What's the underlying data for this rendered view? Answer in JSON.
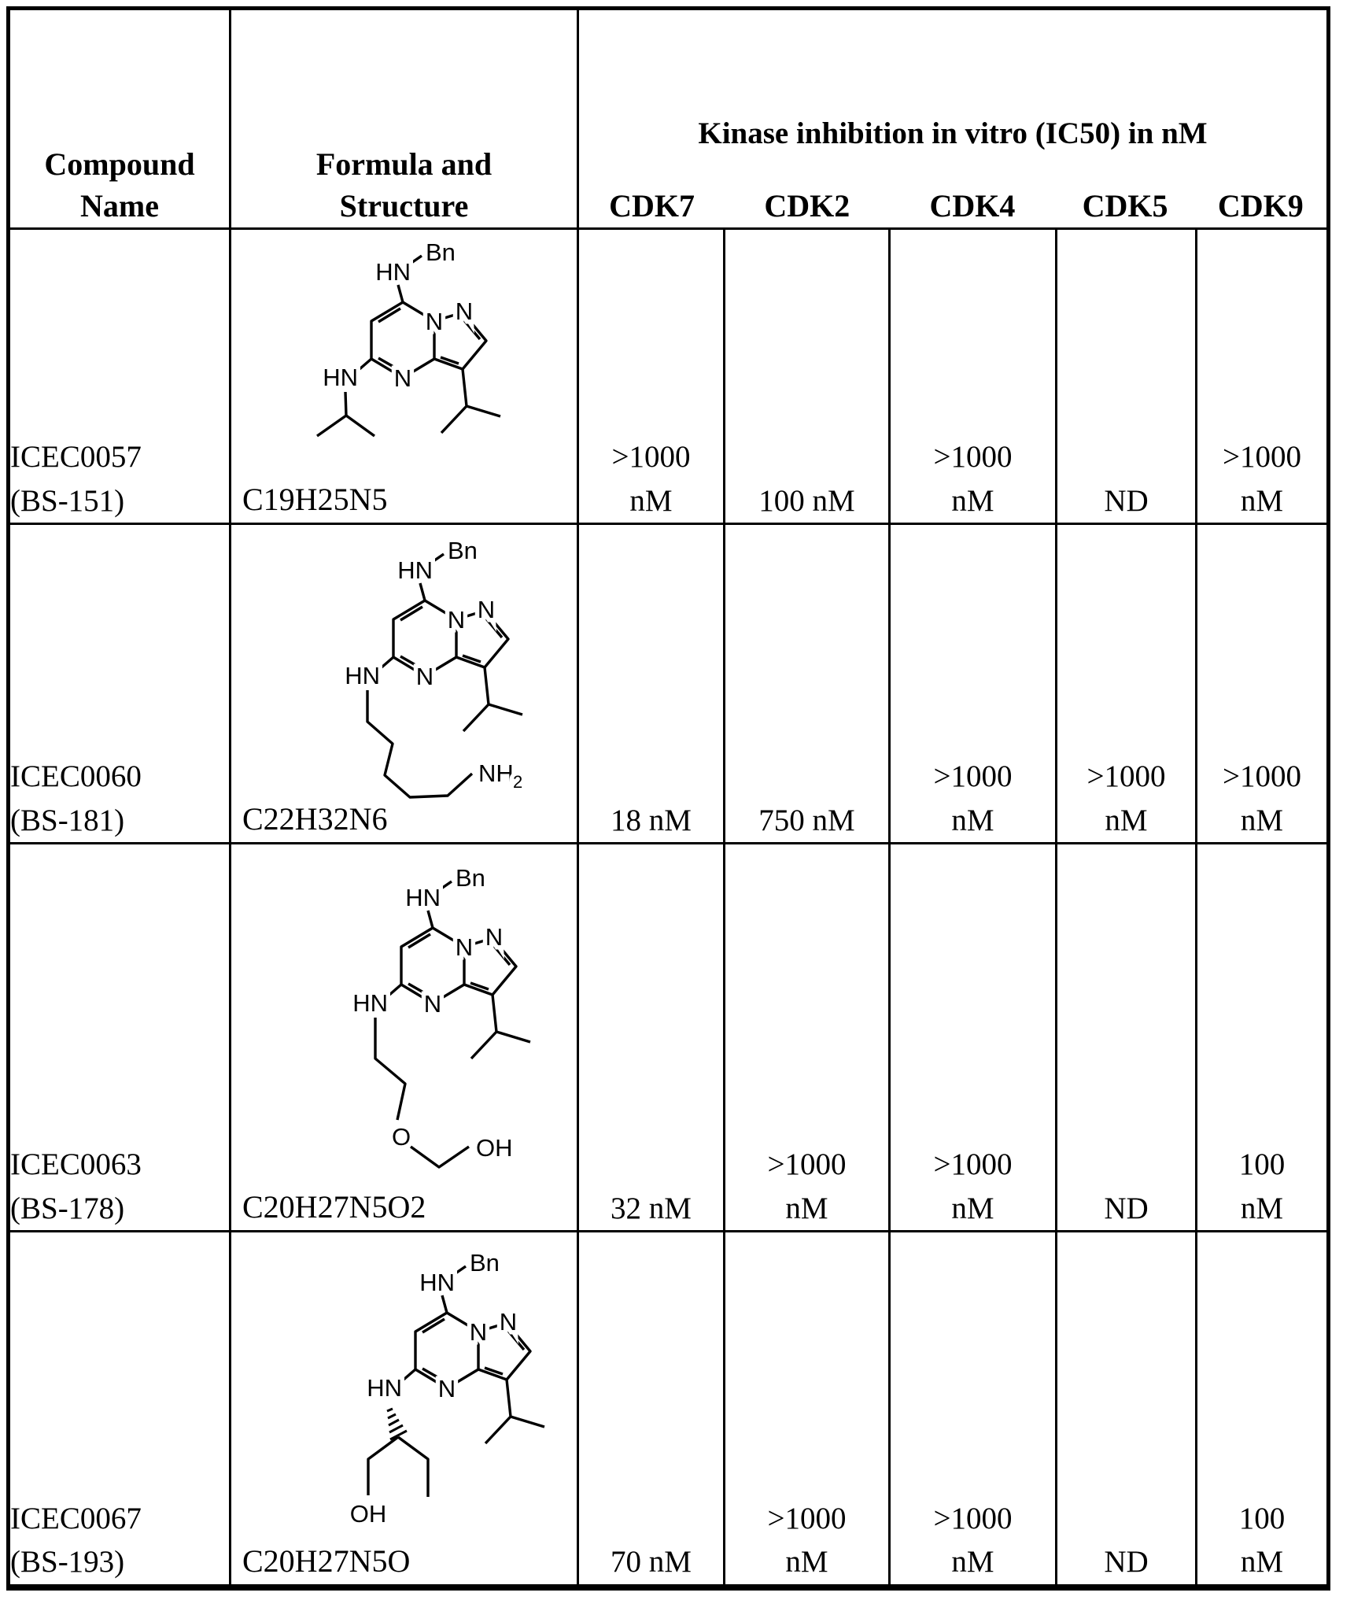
{
  "header": {
    "col1": [
      "Compound",
      "Name"
    ],
    "col2": [
      "Formula and",
      "Structure"
    ],
    "kinase_title": "Kinase inhibition in vitro (IC50) in nM",
    "kinase_cols": [
      "CDK7",
      "CDK2",
      "CDK4",
      "CDK5",
      "CDK9"
    ]
  },
  "atom_labels": {
    "hn": "HN",
    "bn": "Bn",
    "n": "N",
    "nh": "NH",
    "two": "2",
    "o": "O",
    "oh": "OH"
  },
  "rows": [
    {
      "name1": "ICEC0057",
      "name2": "(BS-151)",
      "formula": "C19H25N5",
      "structure": "7-benzylamino-5-isopropylamino-3-isopropyl-pyrazolo-pyrimidine",
      "values": [
        [
          ">1000",
          "nM"
        ],
        [
          "",
          "100 nM"
        ],
        [
          ">1000",
          "nM"
        ],
        [
          "",
          "ND"
        ],
        [
          ">1000",
          "nM"
        ]
      ]
    },
    {
      "name1": "ICEC0060",
      "name2": "(BS-181)",
      "formula": "C22H32N6",
      "structure": "7-benzylamino-5-(6-aminohexylamino)-3-isopropyl-pyrazolo-pyrimidine",
      "values": [
        [
          "",
          "18 nM"
        ],
        [
          "",
          "750 nM"
        ],
        [
          ">1000",
          "nM"
        ],
        [
          ">1000",
          "nM"
        ],
        [
          ">1000",
          "nM"
        ]
      ]
    },
    {
      "name1": "ICEC0063",
      "name2": "(BS-178)",
      "formula": "C20H27N5O2",
      "structure": "7-benzylamino-5-(2-(2-hydroxyethoxy)ethylamino)-3-isopropyl-pyrazolo-pyrimidine",
      "values": [
        [
          "",
          "32 nM"
        ],
        [
          ">1000",
          "nM"
        ],
        [
          ">1000",
          "nM"
        ],
        [
          "",
          "ND"
        ],
        [
          "100",
          "nM"
        ]
      ]
    },
    {
      "name1": "ICEC0067",
      "name2": "(BS-193)",
      "formula": "C20H27N5O",
      "structure": "7-benzylamino-5-(1-hydroxybutan-2-ylamino)-3-isopropyl-pyrazolo-pyrimidine",
      "values": [
        [
          "",
          "70 nM"
        ],
        [
          ">1000",
          "nM"
        ],
        [
          ">1000",
          "nM"
        ],
        [
          "",
          "ND"
        ],
        [
          "100",
          "nM"
        ]
      ]
    }
  ]
}
